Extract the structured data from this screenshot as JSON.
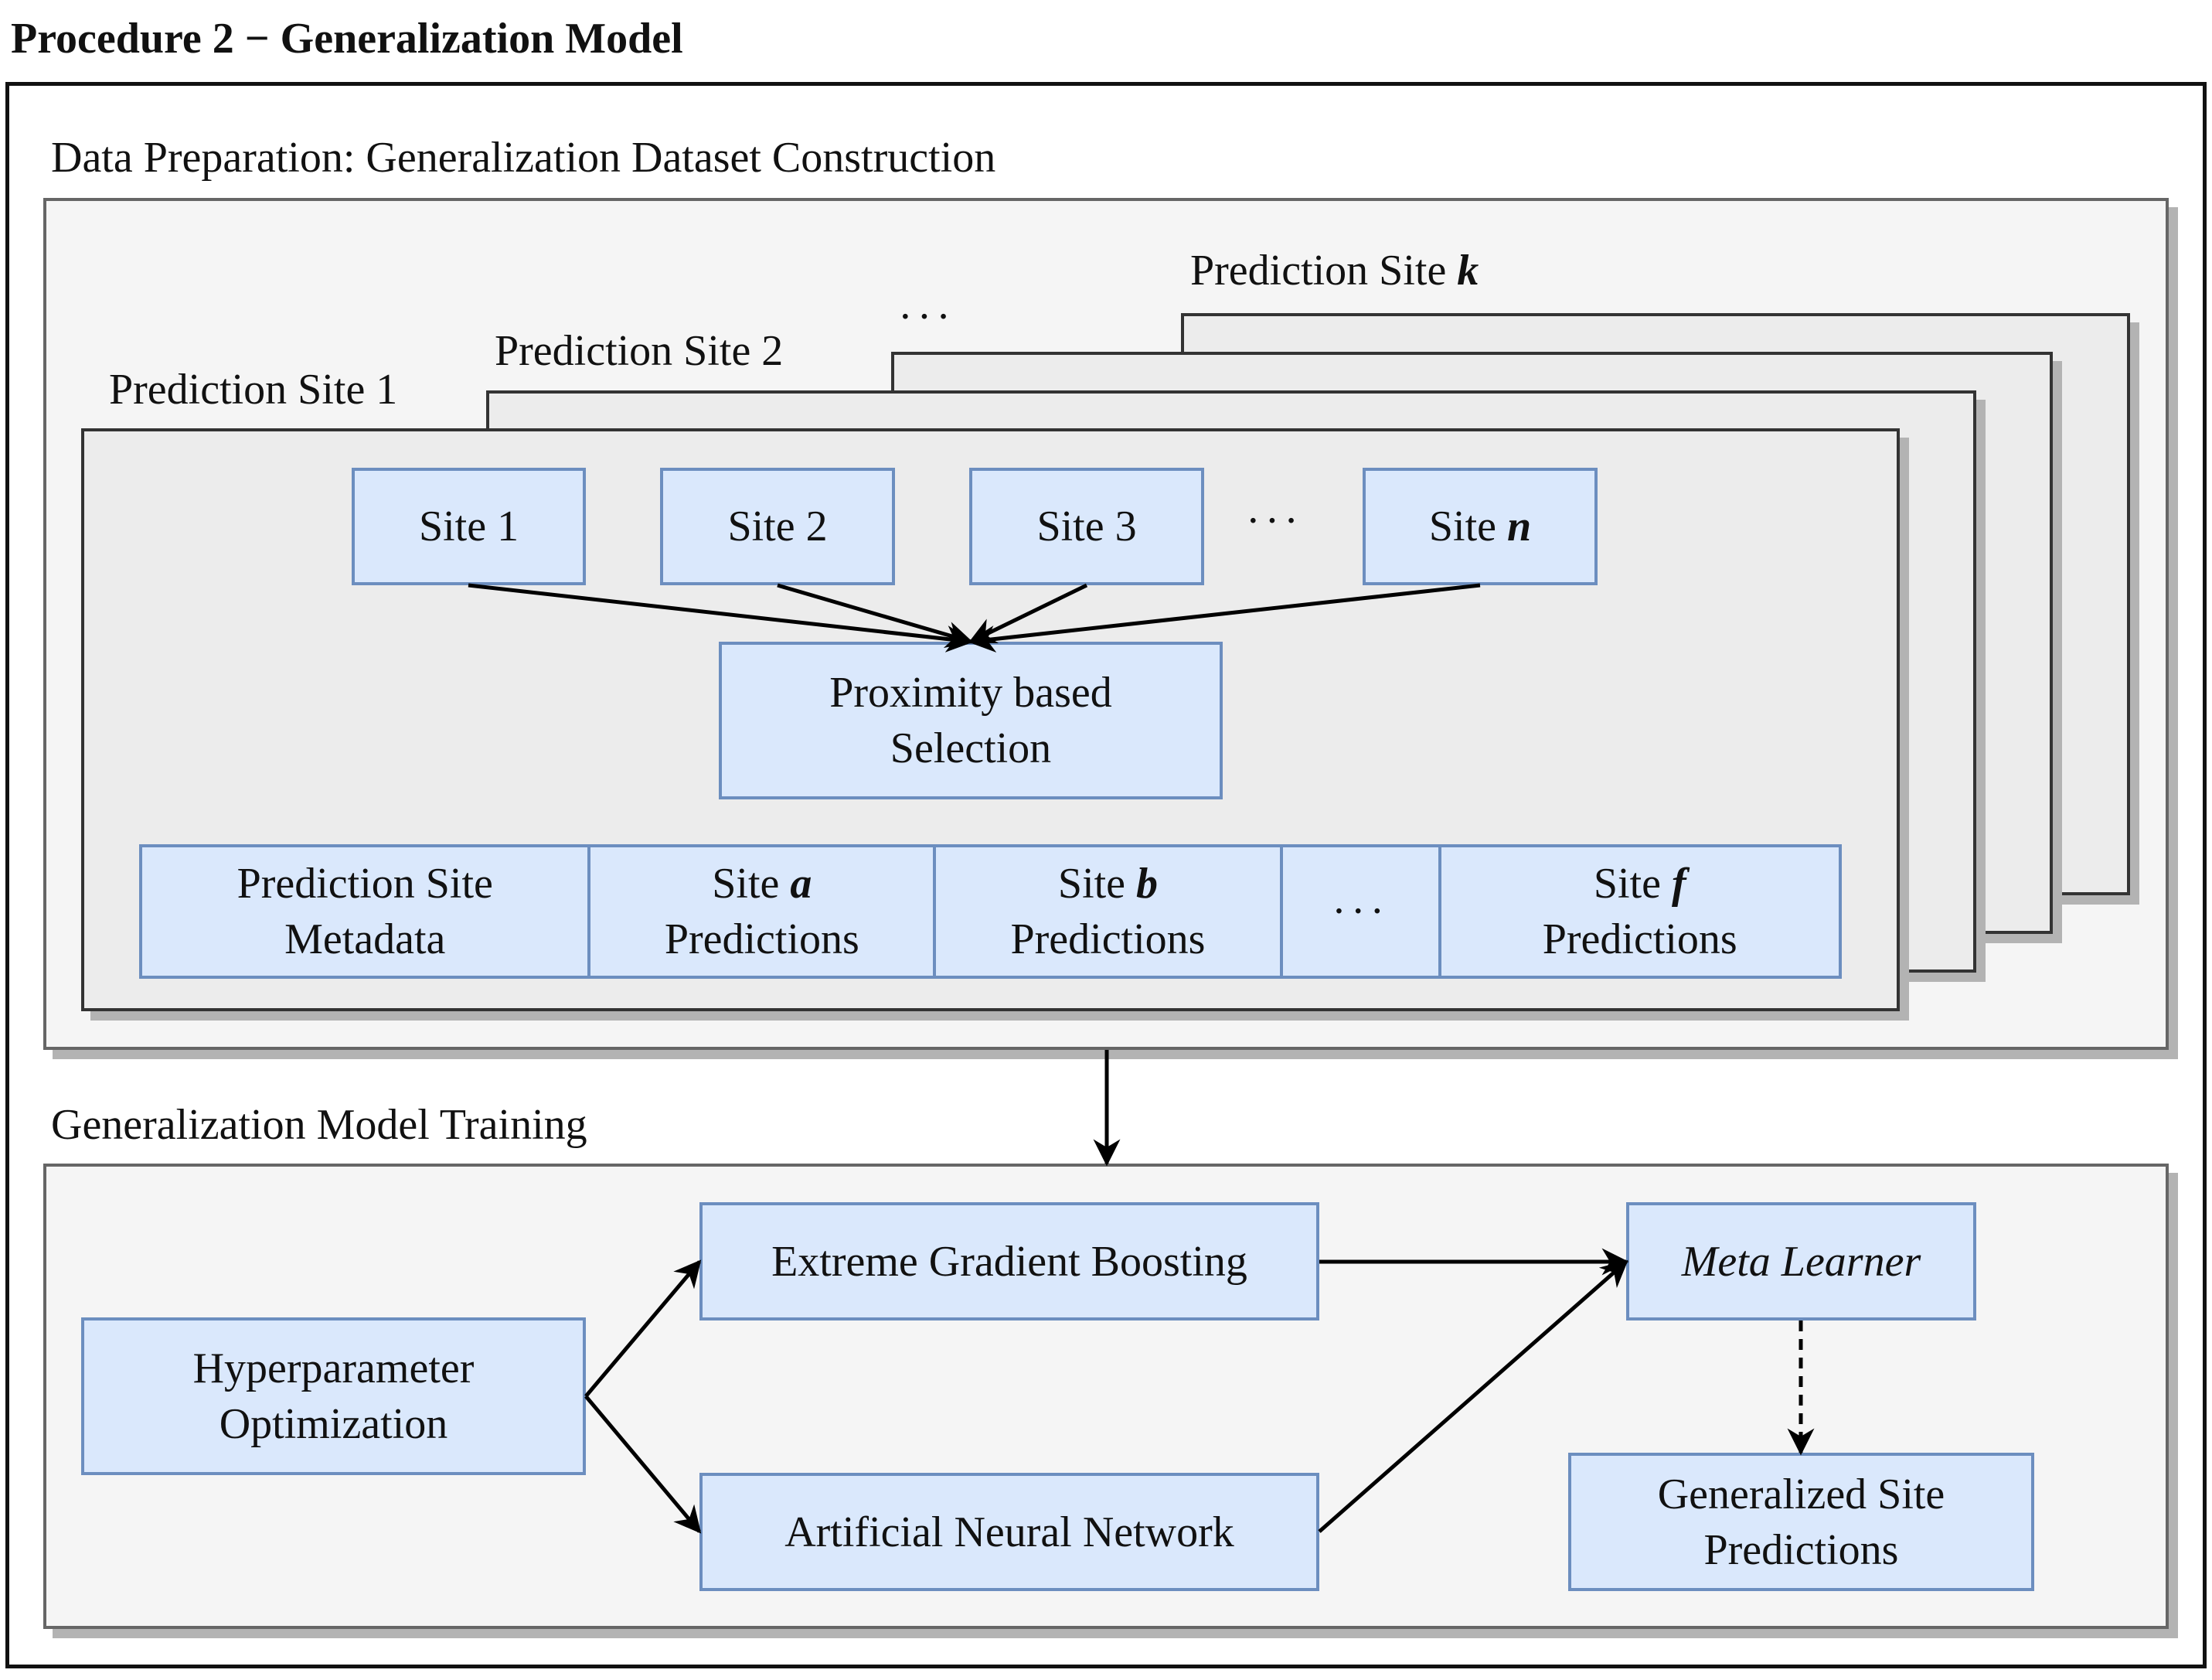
{
  "title": "Procedure 2 − Generalization Model",
  "data_prep": {
    "label": "Data Preparation: Generalization Dataset Construction",
    "prediction_sites": [
      {
        "label_pre": "Prediction Site ",
        "label_var": "1"
      },
      {
        "label_pre": "Prediction Site ",
        "label_var": "2"
      },
      {
        "label_pre": "Prediction Site ",
        "label_var": "k"
      }
    ],
    "panel_dots": "···",
    "sites": [
      {
        "pre": "Site ",
        "var": "1"
      },
      {
        "pre": "Site ",
        "var": "2"
      },
      {
        "pre": "Site ",
        "var": "3"
      },
      {
        "pre": "Site ",
        "var": "n"
      }
    ],
    "sites_dots": "···",
    "proximity": [
      "Proximity based",
      "Selection"
    ],
    "feature_row": [
      {
        "line1_pre": "Prediction Site",
        "line1_var": "",
        "line2": "Metadata"
      },
      {
        "line1_pre": "Site ",
        "line1_var": "a",
        "line2": "Predictions"
      },
      {
        "line1_pre": "Site ",
        "line1_var": "b",
        "line2": "Predictions"
      },
      {
        "line1_pre": "···",
        "line1_var": "",
        "line2": ""
      },
      {
        "line1_pre": "Site ",
        "line1_var": "f",
        "line2": "Predictions"
      }
    ]
  },
  "training": {
    "label": "Generalization Model Training",
    "hyperparameter": [
      "Hyperparameter",
      "Optimization"
    ],
    "xgboost": "Extreme Gradient Boosting",
    "ann": "Artificial Neural Network",
    "meta_learner": "Meta Learner",
    "generalized": [
      "Generalized Site",
      "Predictions"
    ]
  },
  "colors": {
    "box_fill": "#dae8fc",
    "box_stroke": "#6c8ebf",
    "section_fill": "#f5f5f5",
    "panel_fill": "#ececec",
    "shadow": "#b3b3b3"
  }
}
